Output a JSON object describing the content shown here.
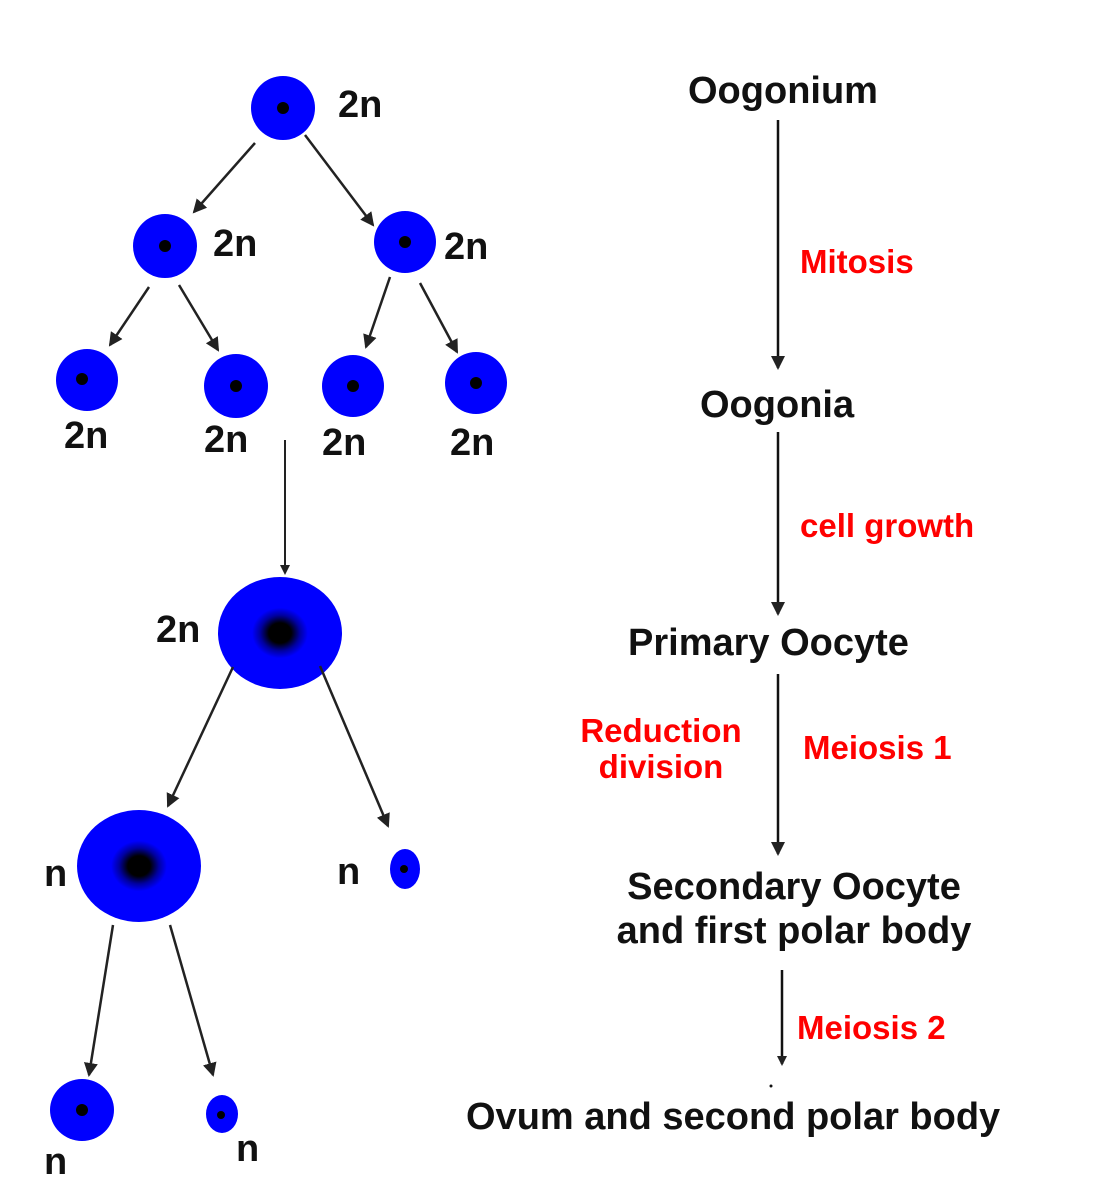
{
  "colors": {
    "cell_fill": "#0000ff",
    "nucleus": "#000000",
    "arrow": "#222222",
    "stage_text": "#111111",
    "process_text": "#ff0000",
    "background": "#ffffff"
  },
  "left_tree": {
    "level1": [
      {
        "ploidy": "2n"
      }
    ],
    "level2": [
      {
        "ploidy": "2n"
      },
      {
        "ploidy": "2n"
      }
    ],
    "level3": [
      {
        "ploidy": "2n"
      },
      {
        "ploidy": "2n"
      },
      {
        "ploidy": "2n"
      },
      {
        "ploidy": "2n"
      }
    ],
    "primary_oocyte": {
      "ploidy": "2n"
    },
    "secondary_oocyte": {
      "ploidy": "n"
    },
    "first_polar_body": {
      "ploidy": "n"
    },
    "ovum": {
      "ploidy": "n"
    },
    "second_polar_body": {
      "ploidy": "n"
    }
  },
  "flow": {
    "stages": [
      {
        "label": "Oogonium"
      },
      {
        "label": "Oogonia"
      },
      {
        "label": "Primary Oocyte"
      },
      {
        "label_line1": "Secondary Oocyte",
        "label_line2": "and first polar body"
      },
      {
        "label": "Ovum and second polar body"
      }
    ],
    "processes": [
      {
        "label": "Mitosis"
      },
      {
        "label": "cell growth"
      },
      {
        "label": "Meiosis 1",
        "side_label_line1": "Reduction",
        "side_label_line2": "division"
      },
      {
        "label": "Meiosis 2"
      }
    ]
  }
}
